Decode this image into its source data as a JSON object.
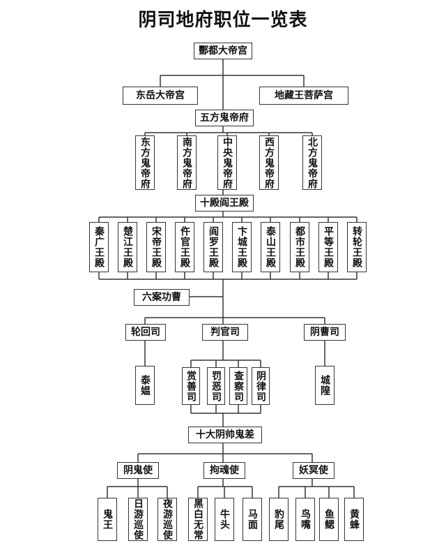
{
  "title": "阴司地府职位一览表",
  "colors": {
    "line": "#333333",
    "box_border": "#333333",
    "text": "#111111"
  },
  "chart": {
    "top": "酆都大帝宫",
    "dongyue": "东岳大帝宫",
    "dizang": "地藏王菩萨宫",
    "wufang": "五方鬼帝府",
    "fu": [
      "东方鬼帝府",
      "南方鬼帝府",
      "中央鬼帝府",
      "西方鬼帝府",
      "北方鬼帝府"
    ],
    "shidian": "十殿阎王殿",
    "dian": [
      "秦广王殿",
      "楚江王殿",
      "宋帝王殿",
      "仵官王殿",
      "阎罗王殿",
      "卞城王殿",
      "泰山王殿",
      "都市王殿",
      "平等王殿",
      "转轮王殿"
    ],
    "liuan": "六案功曹",
    "lunhui": "轮回司",
    "panguan": "判官司",
    "yincao": "阴曹司",
    "taimei": "泰媪",
    "si": [
      "赏善司",
      "罚恶司",
      "查察司",
      "阴律司"
    ],
    "chenghuang": "城隍",
    "shida": "十大阴帅鬼差",
    "yingui": "阴鬼使",
    "gouhun": "拘魂使",
    "yaoming": "妖冥使",
    "gui": [
      "鬼王",
      "日游巡使",
      "夜游巡使"
    ],
    "gou": [
      "黑白无常",
      "牛头",
      "马面"
    ],
    "yao": [
      "豹尾",
      "鸟嘴",
      "鱼鳃",
      "黄蜂"
    ]
  }
}
